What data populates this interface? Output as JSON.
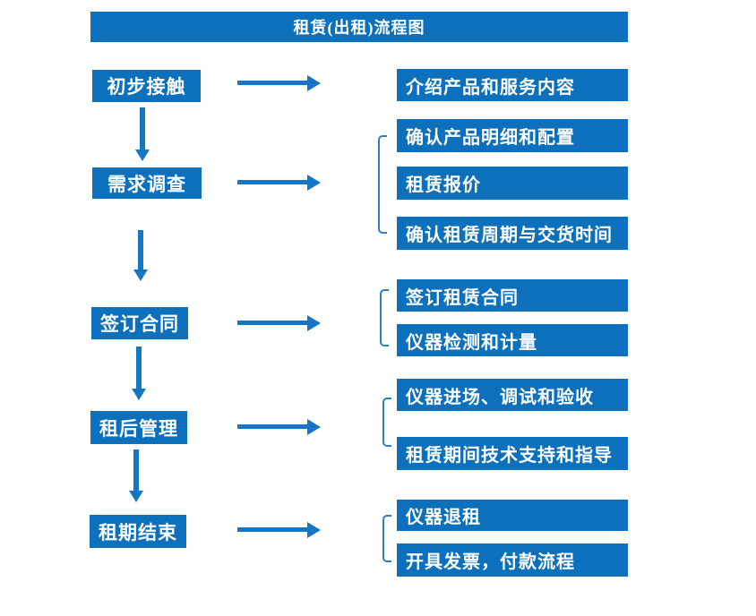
{
  "title": "租赁(出租)流程图",
  "colors": {
    "box": "#0c70bc",
    "arrow": "#1576c5",
    "bracket": "#2e80c4",
    "text": "#ffffff"
  },
  "steps": [
    {
      "label": "初步接触",
      "outputs": [
        "介绍产品和服务内容"
      ]
    },
    {
      "label": "需求调查",
      "outputs": [
        "确认产品明细和配置",
        "租赁报价",
        "确认租赁周期与交货时间"
      ]
    },
    {
      "label": "签订合同",
      "outputs": [
        "签订租赁合同",
        "仪器检测和计量"
      ]
    },
    {
      "label": "租后管理",
      "outputs": [
        "仪器进场、调试和验收",
        "租赁期间技术支持和指导"
      ]
    },
    {
      "label": "租期结束",
      "outputs": [
        "仪器退租",
        "开具发票，付款流程"
      ]
    }
  ]
}
